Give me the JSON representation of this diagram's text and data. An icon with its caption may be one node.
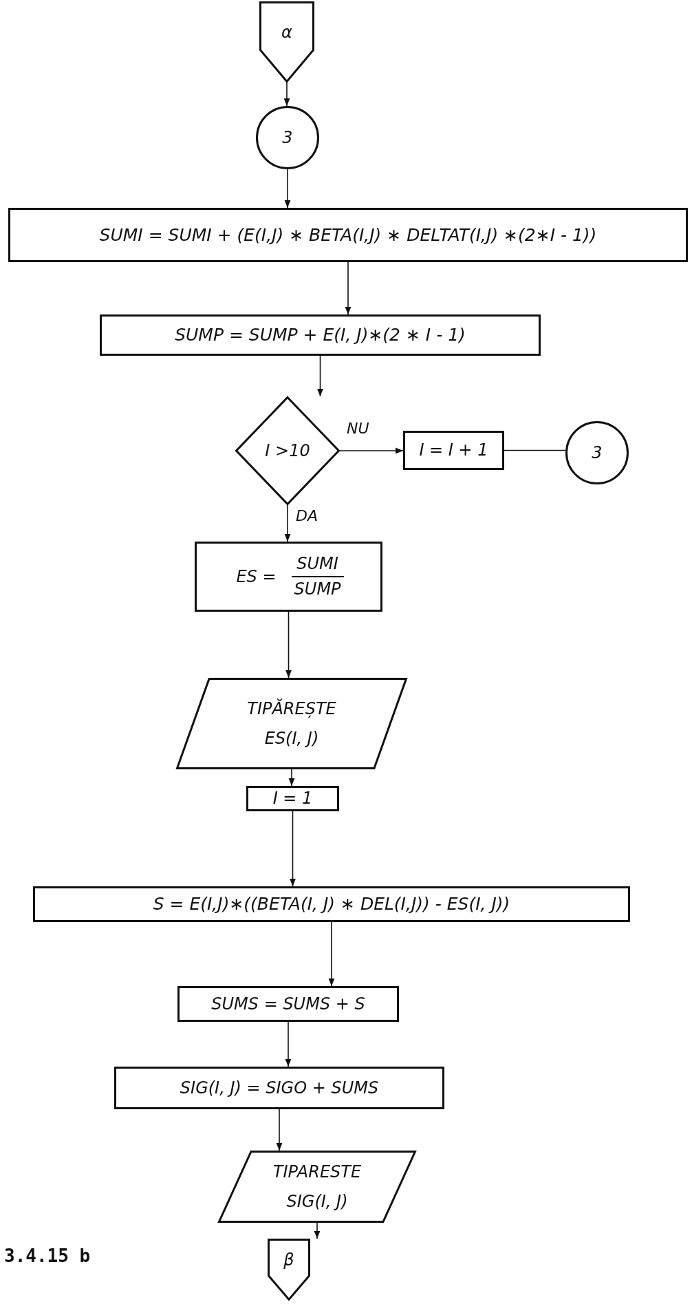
{
  "diagram": {
    "nodes": [
      {
        "text": [
          "α"
        ]
      },
      {
        "text": [
          "3"
        ]
      },
      {
        "text": [
          "SUMI = SUMI + (E(I,J) ∗ BETA(I,J) ∗ DELTAT(I,J) ∗(2∗I - 1))"
        ]
      },
      {
        "text": [
          "SUMP = SUMP + E(I, J)∗(2 ∗ I - 1)"
        ]
      },
      {
        "text": [
          "I >10"
        ]
      },
      {
        "text": [
          "I = I + 1"
        ]
      },
      {
        "text": [
          "3"
        ]
      },
      {
        "text": [
          "ES =",
          "SUMI",
          "SUMP"
        ]
      },
      {
        "text": [
          "TIPĂREȘTE",
          "ES(I, J)"
        ]
      },
      {
        "text": [
          "I = 1"
        ]
      },
      {
        "text": [
          "S = E(I,J)∗((BETA(I, J) ∗ DEL(I,J)) - ES(I, J))"
        ]
      },
      {
        "text": [
          "SUMS = SUMS + S"
        ]
      },
      {
        "text": [
          "SIG(I, J) = SIGO + SUMS"
        ]
      },
      {
        "text": [
          "TIPARESTE",
          "SIG(I, J)"
        ]
      },
      {
        "text": [
          "β"
        ]
      }
    ],
    "edges": [
      {
        "from": 0,
        "to": 1,
        "arrow": "to"
      },
      {
        "from": 1,
        "to": 2,
        "arrow": "to"
      },
      {
        "from": 2,
        "to": 3,
        "arrow": "to"
      },
      {
        "from": 3,
        "to": 4,
        "arrow": "to"
      },
      {
        "from": 4,
        "to": 5,
        "arrow": "to",
        "label": "NU"
      },
      {
        "from": 5,
        "to": 6,
        "arrow": "none"
      },
      {
        "from": 4,
        "to": 7,
        "arrow": "to",
        "label": "DA"
      },
      {
        "from": 7,
        "to": 8,
        "arrow": "to"
      },
      {
        "from": 8,
        "to": 9,
        "arrow": "to"
      },
      {
        "from": 9,
        "to": 10,
        "arrow": "to"
      },
      {
        "from": 10,
        "to": 11,
        "arrow": "to"
      },
      {
        "from": 11,
        "to": 12,
        "arrow": "to"
      },
      {
        "from": 12,
        "to": 13,
        "arrow": "to"
      },
      {
        "from": 13,
        "to": 14,
        "arrow": "to"
      }
    ],
    "labels": [
      "3.4.15 b"
    ]
  }
}
